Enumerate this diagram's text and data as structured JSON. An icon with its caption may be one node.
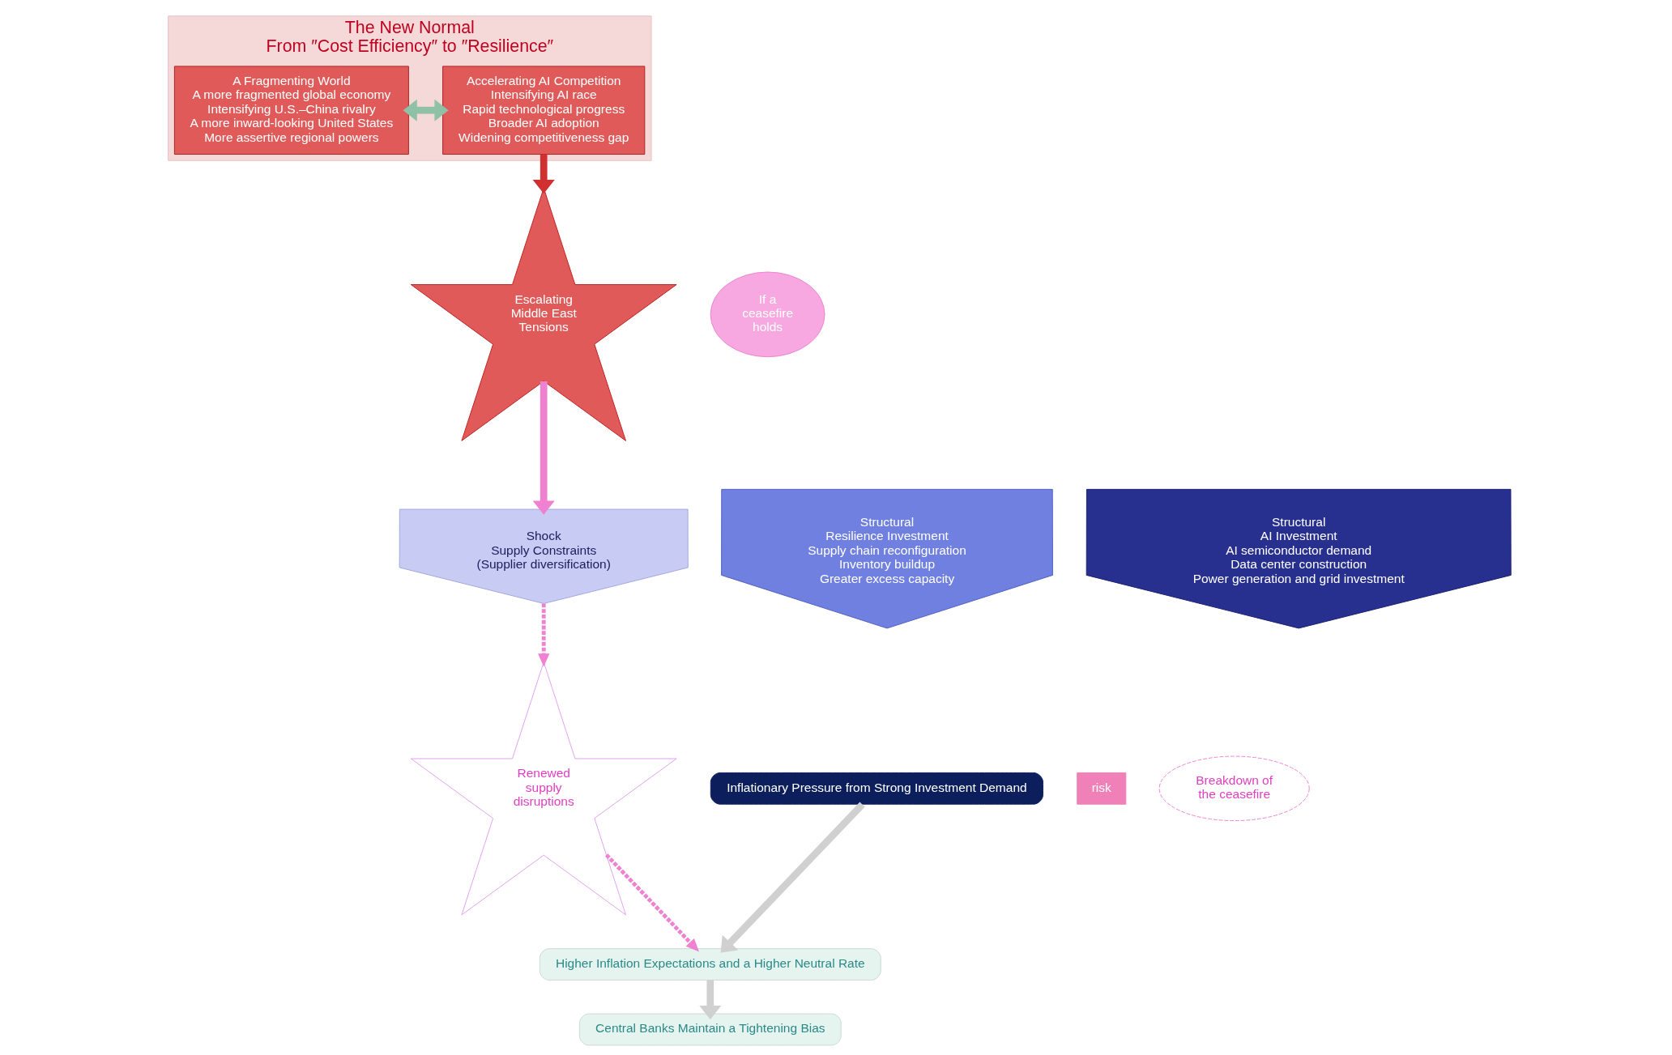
{
  "diagram": {
    "nodes": [
      {
        "text": [
          "The New Normal",
          "From ″Cost Efficiency″ to ″Resilience″"
        ]
      },
      {
        "text": [
          "A Fragmenting World",
          "A more fragmented global economy",
          "Intensifying U.S.–China rivalry",
          "A more inward-looking United States",
          "More assertive regional powers"
        ],
        "in": 0
      },
      {
        "text": [
          "Accelerating AI Competition",
          "Intensifying AI race",
          "Rapid technological progress",
          "Broader AI adoption",
          "Widening competitiveness gap"
        ],
        "in": 0
      },
      {
        "text": [
          "Escalating Middle East Tensions"
        ]
      },
      {
        "text": [
          "If a ceasefire holds"
        ]
      },
      {
        "text": [
          "Structural",
          "Resilience Investment",
          "Supply chain reconfiguration",
          "Inventory buildup",
          "Greater excess capacity"
        ]
      },
      {
        "text": [
          "Structural",
          "AI Investment",
          "AI semiconductor demand",
          "Data center construction",
          "Power generation and grid investment"
        ]
      },
      {
        "text": [
          "Shock",
          "Supply Constraints",
          "(Supplier diversification)"
        ]
      },
      {
        "text": [
          "Inflationary Pressure from Strong Investment Demand"
        ]
      },
      {
        "text": [
          "risk"
        ]
      },
      {
        "text": [
          "Breakdown of the ceasefire"
        ]
      },
      {
        "text": [
          "Renewed supply disruptions"
        ]
      },
      {
        "text": [
          "Higher Inflation Expectations and a Higher Neutral Rate"
        ]
      },
      {
        "text": [
          "Central Banks Maintain a Tightening Bias"
        ]
      }
    ],
    "edges": [
      {
        "from": 1,
        "to": 2,
        "arrow": "both",
        "color": "#8fc1a6"
      },
      {
        "from": 2,
        "to": 3,
        "arrow": "to",
        "color": "#d03030"
      },
      {
        "from": 3,
        "to": 7,
        "arrow": "to",
        "color": "#f080d0"
      },
      {
        "from": 7,
        "to": 11,
        "arrow": "to",
        "style": "dashed",
        "color": "#f080d0"
      },
      {
        "from": 11,
        "to": 12,
        "arrow": "to",
        "style": "dashed",
        "color": "#f080d0"
      },
      {
        "from": 8,
        "to": 12,
        "arrow": "to",
        "color": "#d0d0d0"
      },
      {
        "from": 12,
        "to": 13,
        "arrow": "to",
        "color": "#d0d0d0"
      }
    ]
  }
}
